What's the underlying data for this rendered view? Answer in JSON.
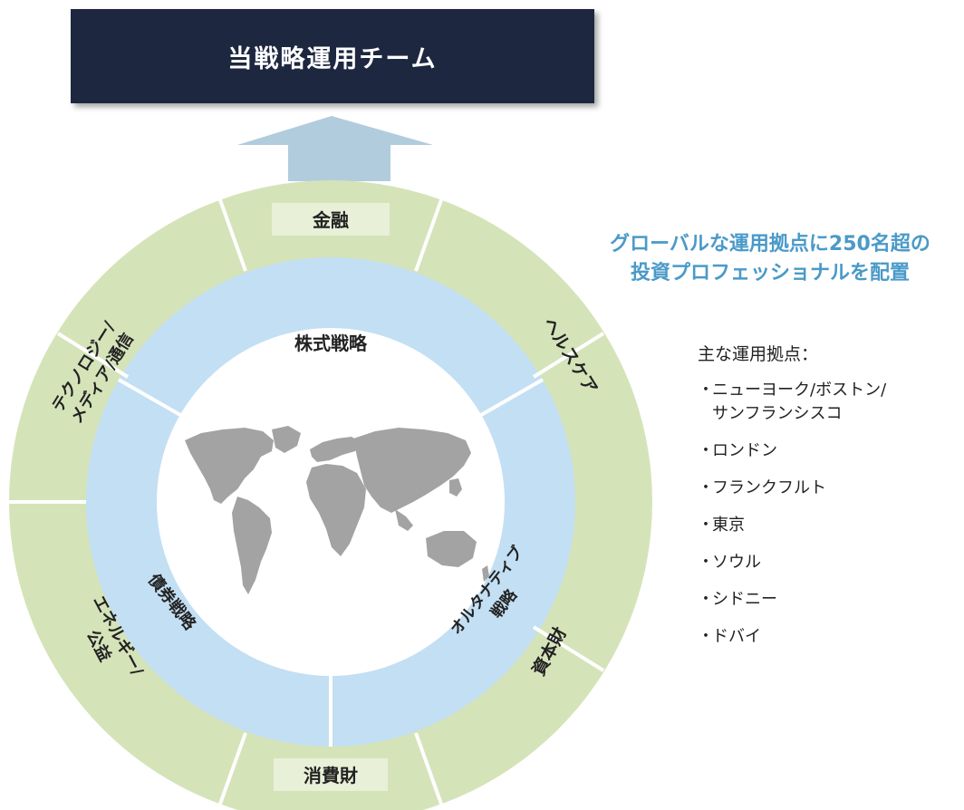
{
  "team_title": "当戦略運用チーム",
  "sectors": {
    "finance": "金融",
    "healthcare": "ヘルスケア",
    "capital_goods": "資本財",
    "consumer": "消費財",
    "energy_l1": "エネルギー/",
    "energy_l2": "公益",
    "tech_l1": "テクノロジー/",
    "tech_l2": "メディア/通信"
  },
  "strategies": {
    "equity": "株式戦略",
    "bond": "債券戦略",
    "alt_l1": "オルタナティブ",
    "alt_l2": "戦略"
  },
  "headline_l1": "グローバルな運用拠点に250名超の",
  "headline_l2": "投資プロフェッショナルを配置",
  "locations_title": "主な運用拠点：",
  "bullet": "・",
  "locations": [
    "ニューヨーク/ボストン/\nサンフランシスコ",
    "ロンドン",
    "フランクフルト",
    "東京",
    "ソウル",
    "シドニー",
    "ドバイ"
  ],
  "colors": {
    "team_box": "#1e2740",
    "outer_ring": "#d5e3b9",
    "inner_ring": "#c3dff4",
    "arrow": "#b1ccdd",
    "map": "#a3a3a3",
    "headline": "#4a9ac8"
  }
}
